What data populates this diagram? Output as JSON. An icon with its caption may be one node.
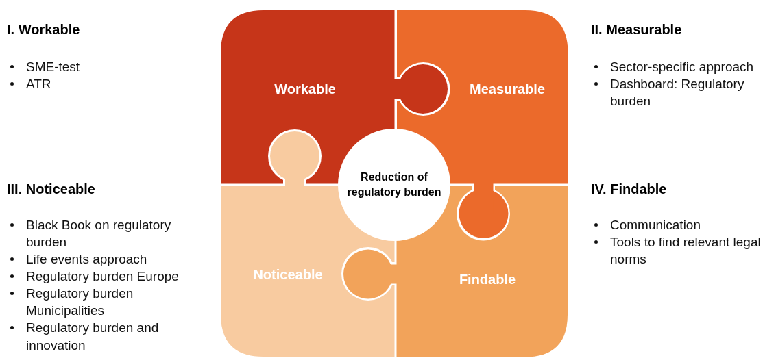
{
  "diagram": {
    "nodes": [
      {
        "text": [
          "Workable"
        ]
      },
      {
        "text": [
          "Measurable"
        ]
      },
      {
        "text": [
          "Noticeable"
        ]
      },
      {
        "text": [
          "Findable"
        ]
      },
      {
        "text": [
          "Reduction of regulatory burden"
        ]
      }
    ],
    "labels": [
      "I. Workable",
      "SME-test",
      "ATR",
      "II. Measurable",
      "Sector-specific approach",
      "Dashboard: Regulatory burden",
      "III. Noticeable",
      "Black Book on regulatory burden",
      "Life events approach",
      "Regulatory burden Europe",
      "Regulatory burden Municipalities",
      "Regulatory burden and innovation",
      "IV. Findable",
      "Communication",
      "Tools to find relevant legal norms"
    ]
  }
}
